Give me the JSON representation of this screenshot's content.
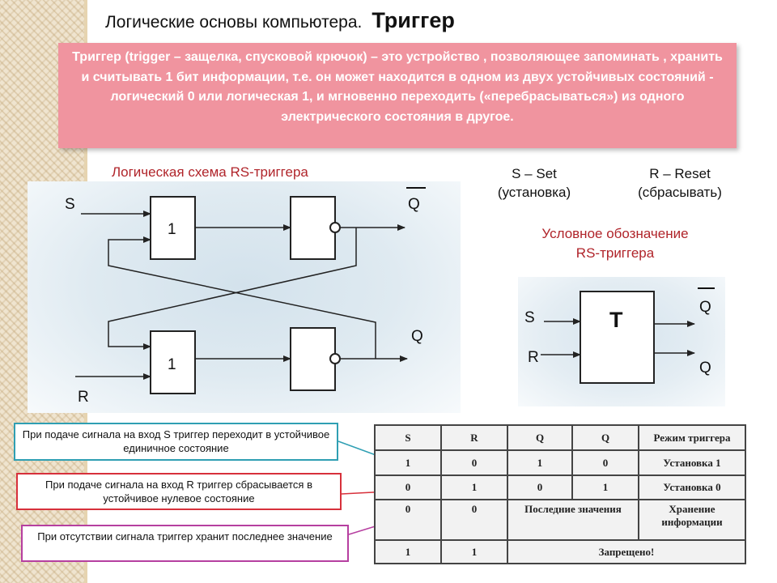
{
  "title": {
    "main": "Логические основы компьютера.",
    "sub": "Триггер"
  },
  "definition": "Триггер (trigger – защелка, спусковой крючок) – это устройство , позволяющее запоминать , хранить и считывать 1 бит информации, т.е. он может находится в одном из двух устойчивых состояний - логический  0 или логическая 1, и мгновенно переходить («перебрасываться») из одного электрического состояния в другое.",
  "diagram": {
    "label": "Логическая схема RS-триггера",
    "input_s": "S",
    "input_r": "R",
    "gate_top": "1",
    "gate_bottom": "1",
    "output_q_bar": "Q",
    "output_q": "Q"
  },
  "legend": {
    "s_line1": "S – Set",
    "s_line2": "(установка)",
    "r_line1": "R – Reset",
    "r_line2": "(сбрасывать)"
  },
  "symbol": {
    "label_line1": "Условное обозначение",
    "label_line2": "RS-триггера",
    "block": "T",
    "input_s": "S",
    "input_r": "R",
    "output_q_bar": "Q",
    "output_q": "Q"
  },
  "callouts": [
    "При подаче сигнала на вход S триггер переходит в устойчивое единичное состояние",
    "При подаче сигнала на вход R триггер сбрасывается в устойчивое нулевое состояние",
    "При отсутствии сигнала триггер хранит последнее значение"
  ],
  "table": {
    "headers": [
      "S",
      "R",
      "Q",
      "Q",
      "Режим триггера"
    ],
    "rows": [
      [
        "1",
        "0",
        "1",
        "0",
        "Установка 1"
      ],
      [
        "0",
        "1",
        "0",
        "1",
        "Установка 0"
      ],
      [
        "0",
        "0",
        "Последние значения",
        "Хранение информации"
      ],
      [
        "1",
        "1",
        "Запрещено!"
      ]
    ]
  },
  "colors": {
    "definition_bg": "#f0949f",
    "red_label": "#b0242a",
    "callout1_border": "#2f9fb3",
    "callout2_border": "#d7303b",
    "callout3_border": "#b63fa0"
  }
}
